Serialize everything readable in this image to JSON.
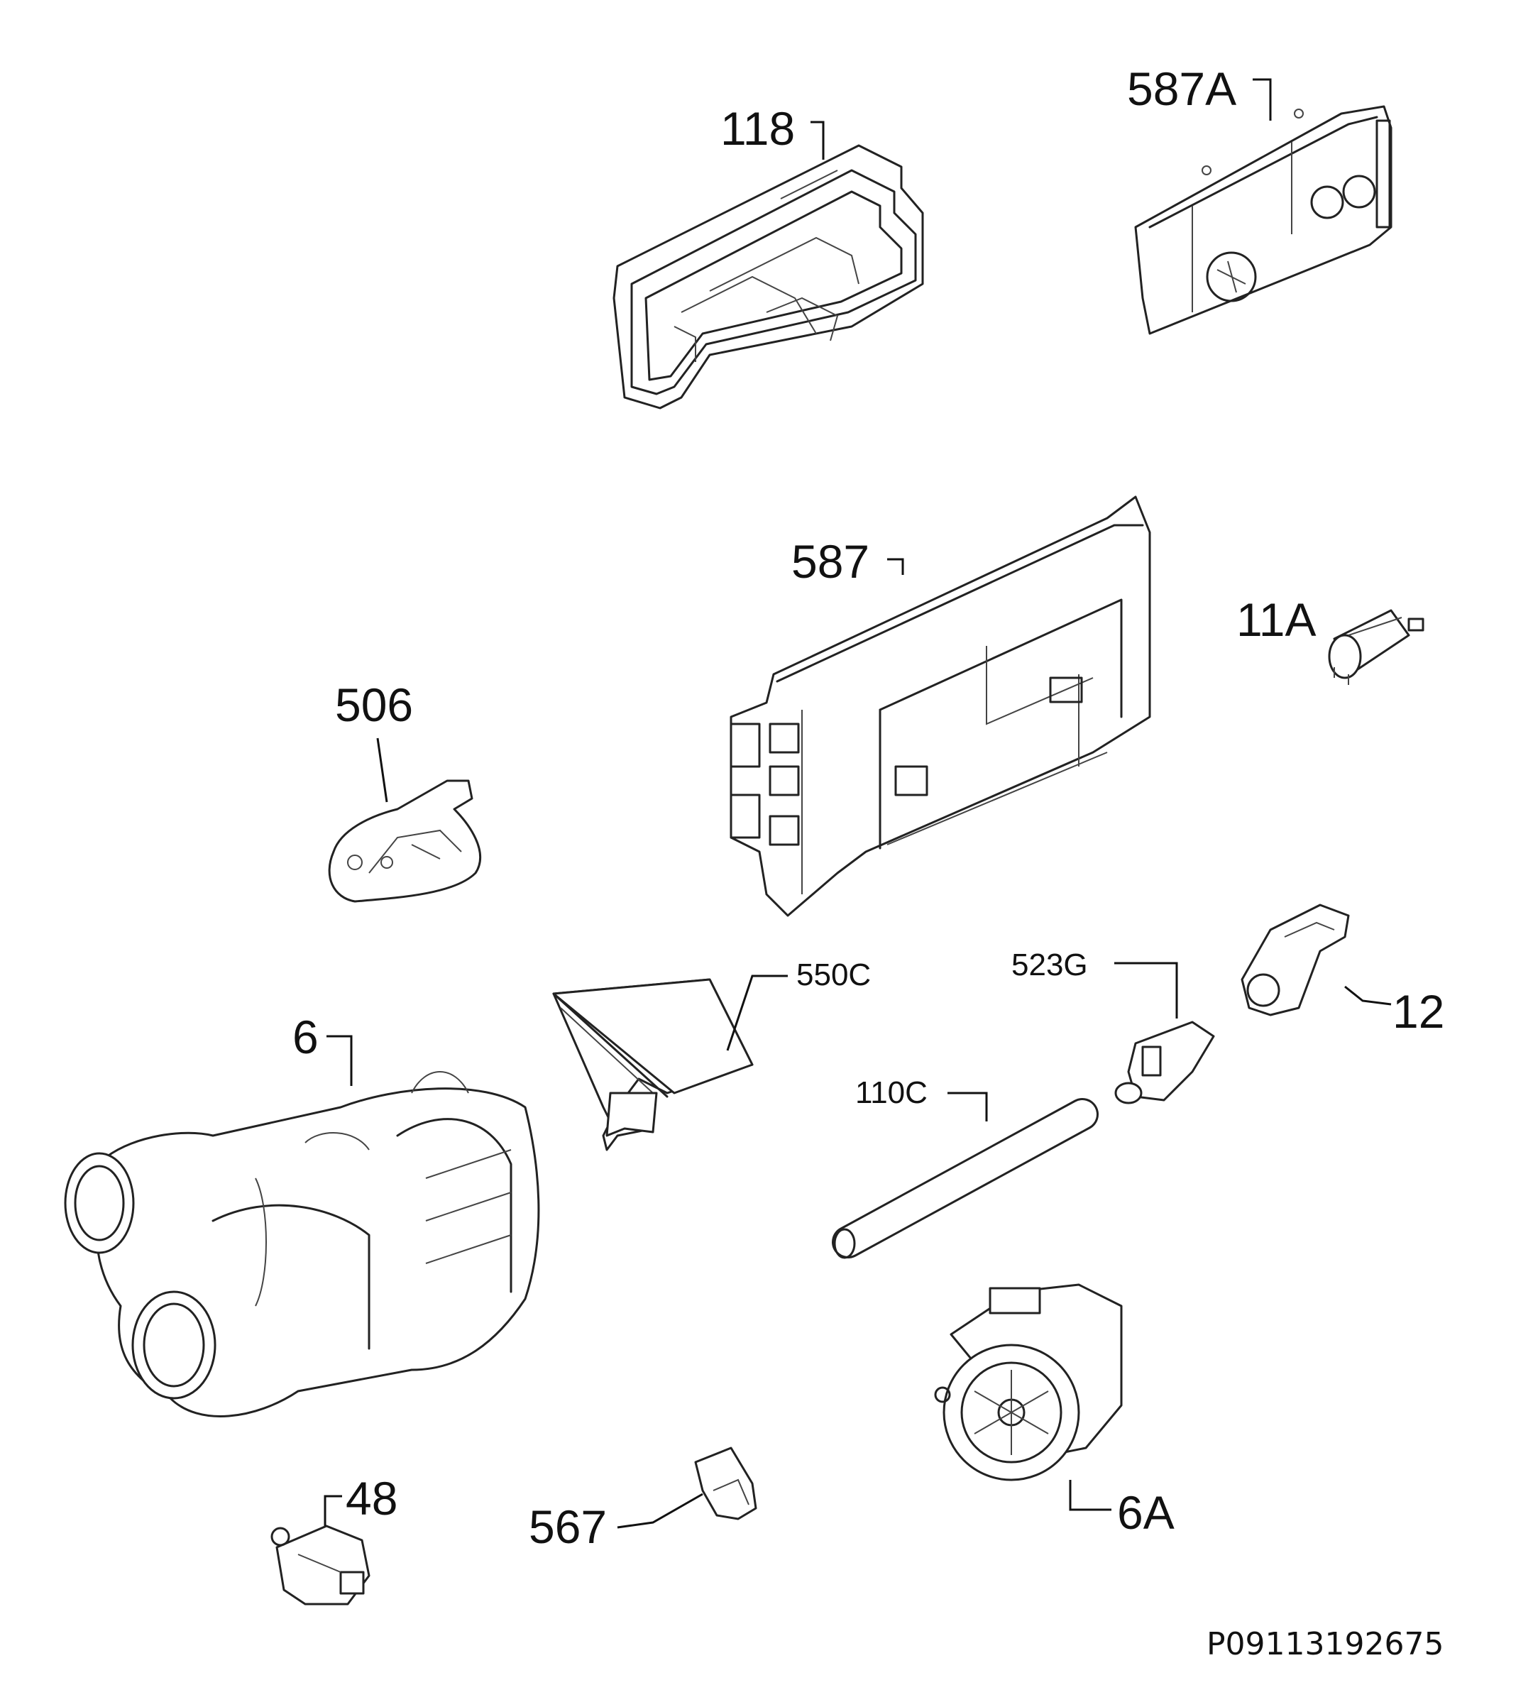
{
  "labels": {
    "p118": "118",
    "p587a": "587A",
    "p587": "587",
    "p11a": "11A",
    "p506": "506",
    "p550c": "550C",
    "p523g": "523G",
    "p12": "12",
    "p6": "6",
    "p110c": "110C",
    "p48": "48",
    "p567": "567",
    "p6a": "6A"
  },
  "drawing_code": "P09113192675"
}
